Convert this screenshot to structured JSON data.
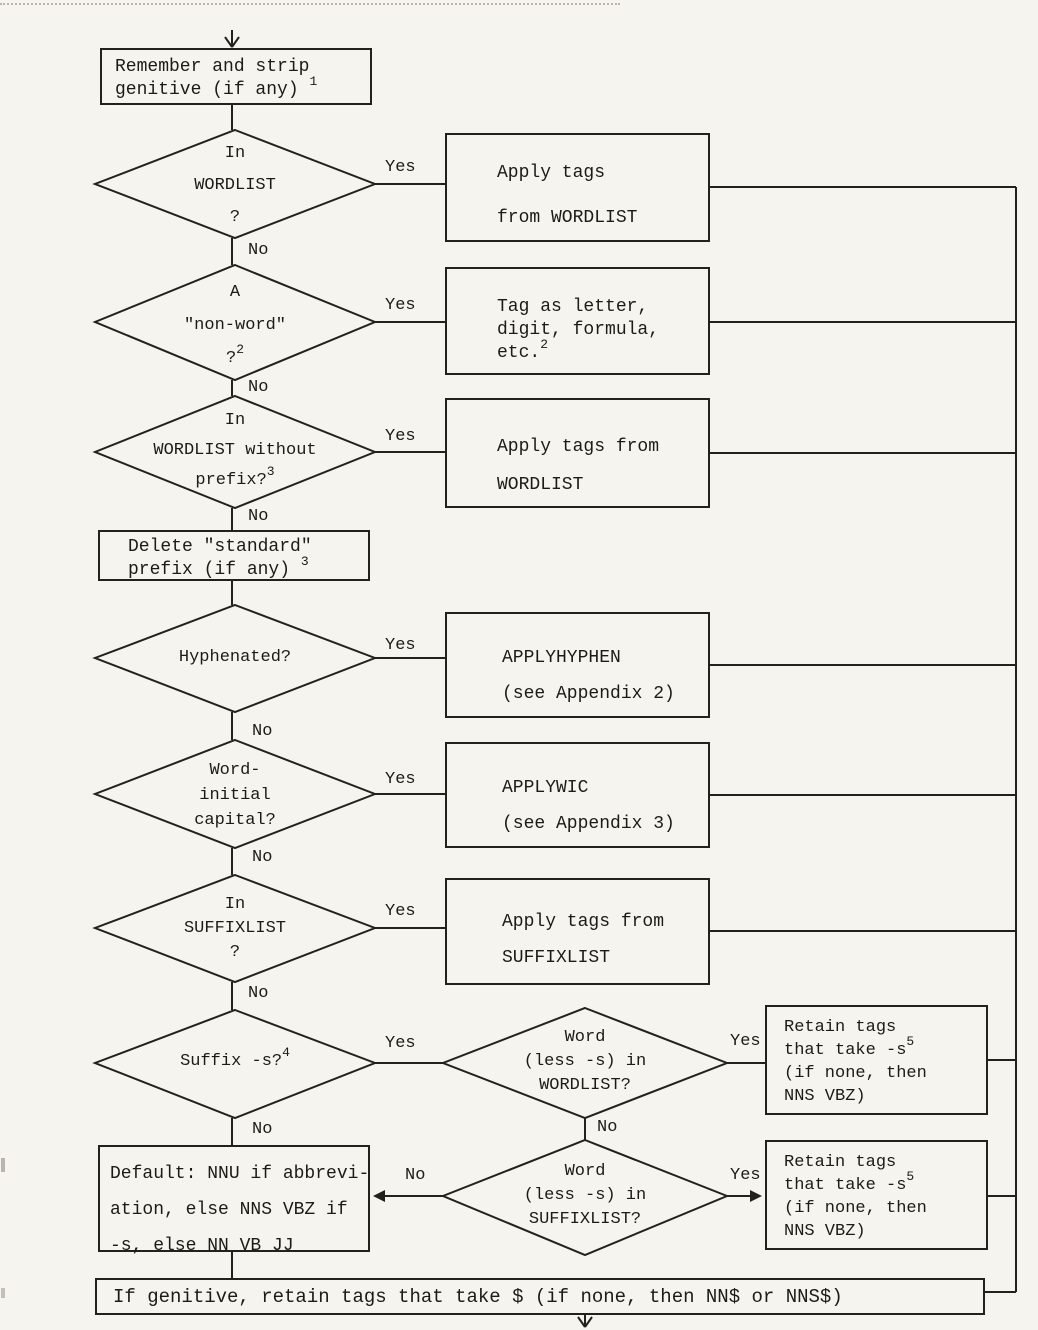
{
  "edge_labels": {
    "yes": "Yes",
    "no": "No"
  },
  "nodes": {
    "start": {
      "line1": "Remember and strip",
      "line2": "genitive (if any)",
      "sup": "1"
    },
    "in_wordlist": {
      "line1": "In",
      "line2": "WORDLIST",
      "line3": "?"
    },
    "apply_tags_wordlist": {
      "line1": "Apply tags",
      "line2": "from WORDLIST"
    },
    "non_word": {
      "line1": "A",
      "line2": "\"non-word\"",
      "line3": "?",
      "sup": "2"
    },
    "tag_as_letter": {
      "line1": "Tag as letter,",
      "line2": "digit, formula,",
      "line3": "etc.",
      "sup": "2"
    },
    "in_wordlist_without_prefix": {
      "line1": "In",
      "line2": "WORDLIST without",
      "line3": "prefix?",
      "sup": "3"
    },
    "apply_tags_wordlist_2": {
      "line1": "Apply tags from",
      "line2": "WORDLIST"
    },
    "delete_prefix": {
      "line1": "Delete \"standard\"",
      "line2": "prefix (if any)",
      "sup": "3"
    },
    "hyphenated": {
      "line1": "Hyphenated?"
    },
    "applyhyphen": {
      "line1": "APPLYHYPHEN",
      "line2": "(see Appendix 2)"
    },
    "word_initial_capital": {
      "line1": "Word-",
      "line2": "initial",
      "line3": "capital?"
    },
    "applywic": {
      "line1": "APPLYWIC",
      "line2": "(see Appendix 3)"
    },
    "in_suffixlist": {
      "line1": "In",
      "line2": "SUFFIXLIST",
      "line3": "?"
    },
    "apply_tags_suffixlist": {
      "line1": "Apply tags from",
      "line2": "SUFFIXLIST"
    },
    "suffix_s": {
      "line1": "Suffix -s?",
      "sup": "4"
    },
    "less_s_in_wordlist": {
      "line1": "Word",
      "line2": "(less -s) in",
      "line3": "WORDLIST?"
    },
    "retain_tags_1": {
      "line1": "Retain tags",
      "line2": "that take -s",
      "sup": "5",
      "line3": "(if none, then",
      "line4": "NNS VBZ)"
    },
    "less_s_in_suffixlist": {
      "line1": "Word",
      "line2": "(less -s) in",
      "line3": "SUFFIXLIST?"
    },
    "retain_tags_2": {
      "line1": "Retain tags",
      "line2": "that take -s",
      "sup": "5",
      "line3": "(if none, then",
      "line4": "NNS VBZ)"
    },
    "default_tags": {
      "line1": "Default: NNU if abbrevi-",
      "line2": "ation, else NNS VBZ if",
      "line3": "-s, else NN VB JJ"
    },
    "genitive": {
      "line1": "If genitive, retain tags that take $ (if none, then NN$ or NNS$)"
    }
  }
}
